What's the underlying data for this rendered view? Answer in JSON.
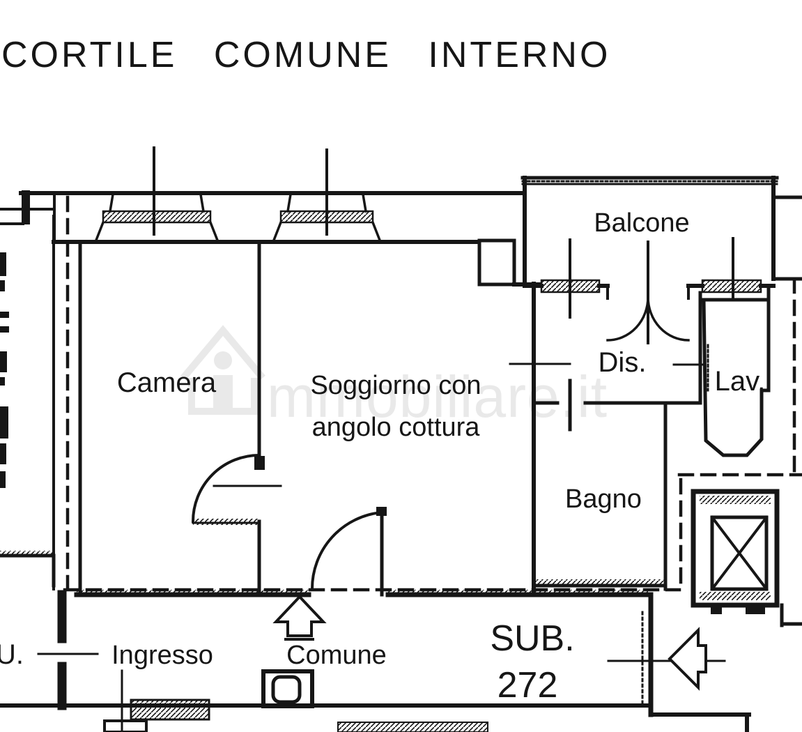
{
  "title": "CORTILE COMUNE INTERNO",
  "watermark": {
    "text": "mmobiliare.it",
    "color": "#e9e9e9"
  },
  "rooms": {
    "camera": "Camera",
    "soggiorno_line1": "Soggiorno con",
    "soggiorno_line2": "angolo cottura",
    "balcone": "Balcone",
    "dis": "Dis.",
    "lav": "Lav.",
    "bagno": "Bagno"
  },
  "corridor": {
    "ingresso": "Ingresso",
    "comune": "Comune",
    "sub_line1": "SUB.",
    "sub_line2": "272",
    "neighbor_unit": "U."
  },
  "colors": {
    "line": "#161616",
    "background": "#ffffff",
    "watermark": "#e9e9e9"
  }
}
